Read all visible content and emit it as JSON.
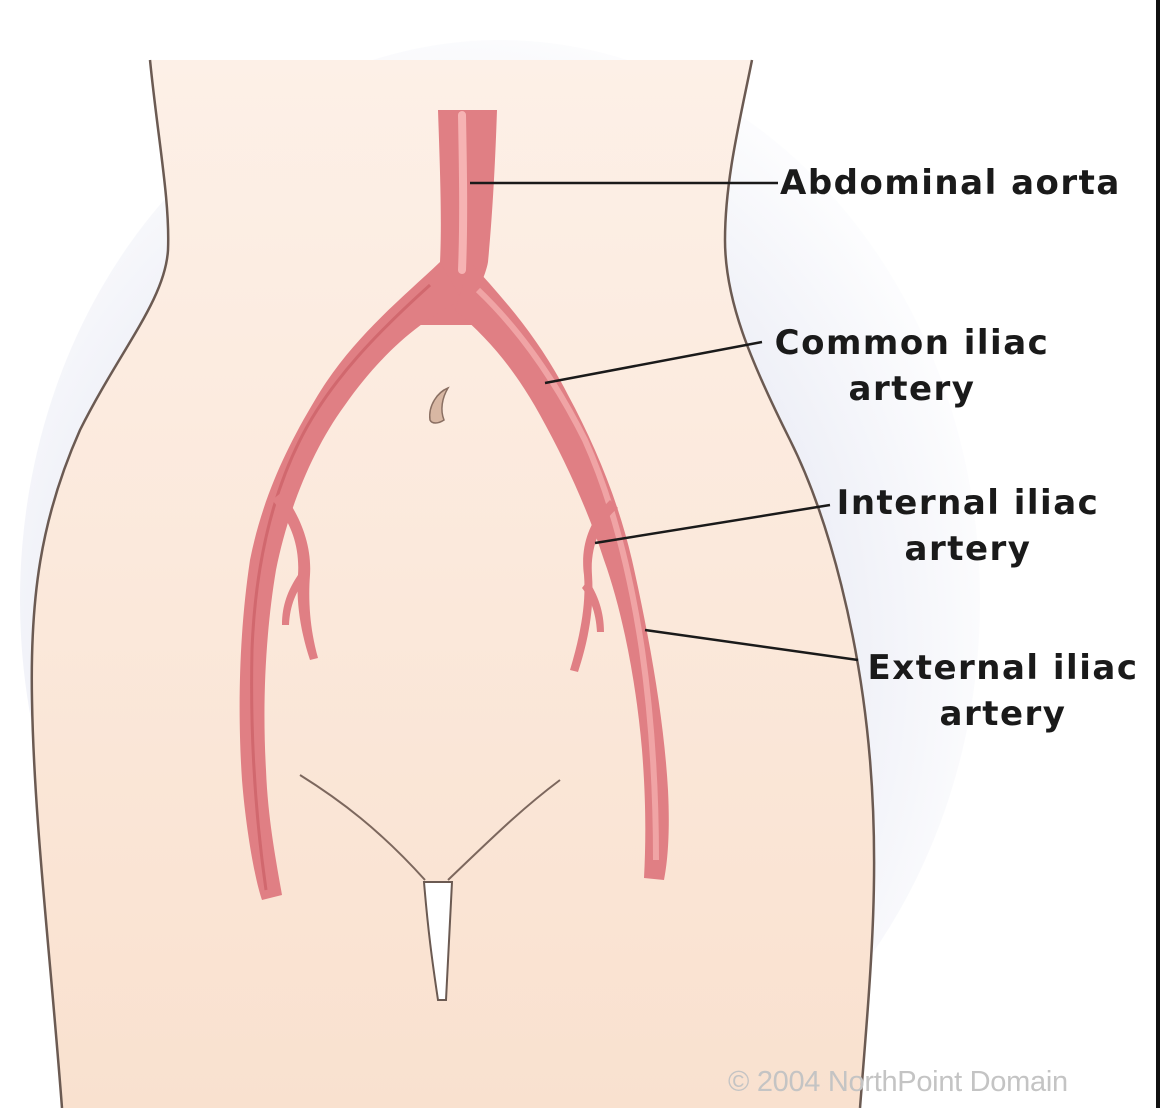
{
  "labels": {
    "abdominal_aorta": "Abdominal aorta",
    "common_iliac_line1": "Common iliac",
    "common_iliac_line2": "artery",
    "internal_iliac_line1": "Internal iliac",
    "internal_iliac_line2": "artery",
    "external_iliac_line1": "External iliac",
    "external_iliac_line2": "artery"
  },
  "copyright": "© 2004 NorthPoint Domain",
  "colors": {
    "skin": "#fbe6d6",
    "skin_outline": "#6b5a52",
    "artery": "#e07f84",
    "artery_highlight": "#f6b3b3",
    "artery_shadow": "#c7585f",
    "leader_line": "#1a1a1a",
    "background_shadow": "#e4e6f2"
  }
}
